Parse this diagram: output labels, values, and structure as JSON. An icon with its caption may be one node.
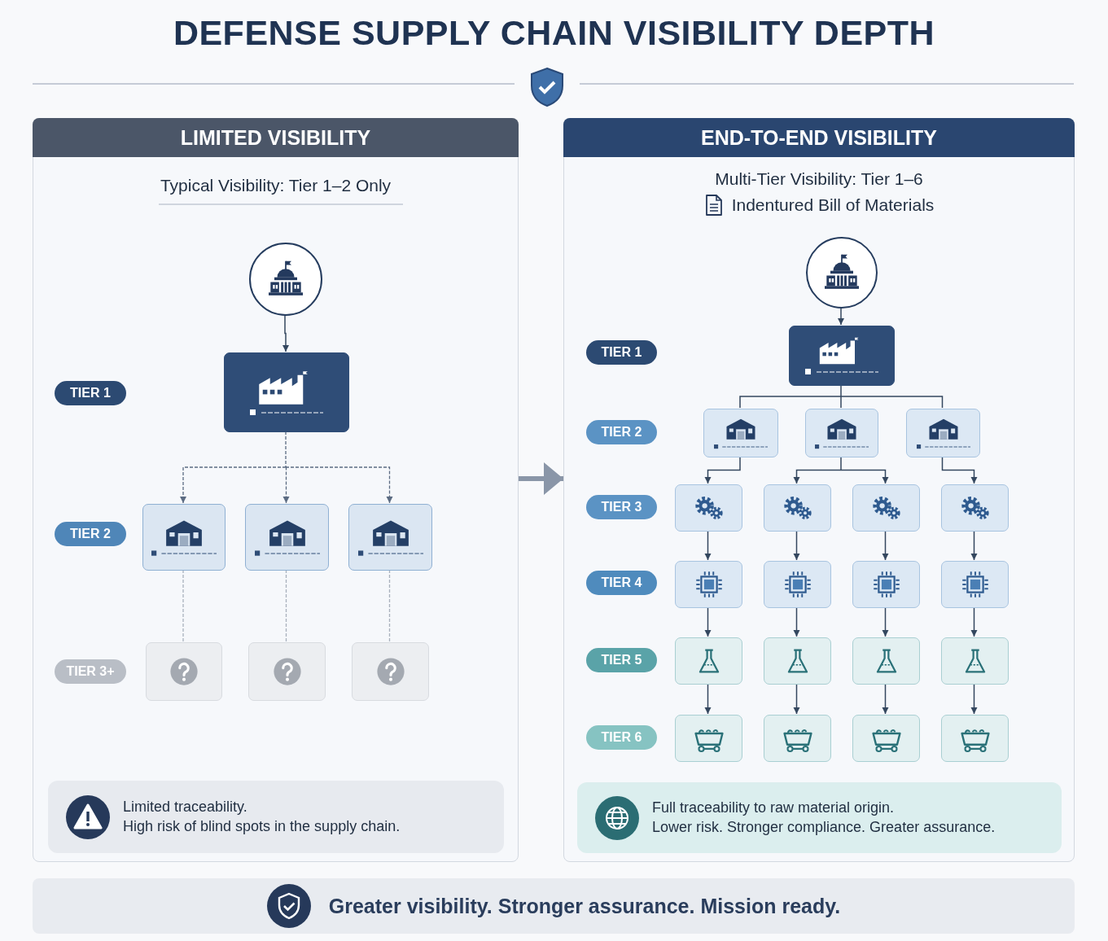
{
  "diagram": {
    "title": "DEFENSE SUPPLY CHAIN VISIBILITY DEPTH",
    "nodes": [
      {
        "text": [
          "LIMITED VISIBILITY",
          "Typical Visibility: Tier 1–2 Only"
        ]
      },
      {
        "text": [],
        "shape": "circle",
        "in": 0
      },
      {
        "text": [
          "TIER 1"
        ],
        "in": 0
      },
      {
        "text": [],
        "shape": "box",
        "in": 0
      },
      {
        "text": [
          "TIER 2"
        ],
        "in": 0
      },
      {
        "text": [],
        "shape": "box",
        "in": 0
      },
      {
        "text": [],
        "shape": "box",
        "in": 0
      },
      {
        "text": [],
        "shape": "box",
        "in": 0
      },
      {
        "text": [
          "TIER 3+"
        ],
        "in": 0
      },
      {
        "text": [],
        "shape": "box",
        "in": 0
      },
      {
        "text": [],
        "shape": "box",
        "in": 0
      },
      {
        "text": [],
        "shape": "box",
        "in": 0
      },
      {
        "text": [
          "Limited traceability.",
          "High risk of blind spots in the supply chain."
        ],
        "in": 0
      },
      {
        "text": [
          "END-TO-END VISIBILITY",
          "Multi-Tier Visibility: Tier 1–6",
          "Indentured Bill of Materials"
        ]
      },
      {
        "text": [],
        "shape": "circle",
        "in": 13
      },
      {
        "text": [
          "TIER 1"
        ],
        "in": 13
      },
      {
        "text": [],
        "shape": "box",
        "in": 13
      },
      {
        "text": [
          "TIER 2"
        ],
        "in": 13
      },
      {
        "text": [],
        "shape": "box",
        "in": 13
      },
      {
        "text": [],
        "shape": "box",
        "in": 13
      },
      {
        "text": [],
        "shape": "box",
        "in": 13
      },
      {
        "text": [
          "TIER 3"
        ],
        "in": 13
      },
      {
        "text": [],
        "shape": "box",
        "in": 13
      },
      {
        "text": [],
        "shape": "box",
        "in": 13
      },
      {
        "text": [],
        "shape": "box",
        "in": 13
      },
      {
        "text": [],
        "shape": "box",
        "in": 13
      },
      {
        "text": [
          "TIER 4"
        ],
        "in": 13
      },
      {
        "text": [],
        "shape": "box",
        "in": 13
      },
      {
        "text": [],
        "shape": "box",
        "in": 13
      },
      {
        "text": [],
        "shape": "box",
        "in": 13
      },
      {
        "text": [],
        "shape": "box",
        "in": 13
      },
      {
        "text": [
          "TIER 5"
        ],
        "in": 13
      },
      {
        "text": [],
        "shape": "box",
        "in": 13
      },
      {
        "text": [],
        "shape": "box",
        "in": 13
      },
      {
        "text": [],
        "shape": "box",
        "in": 13
      },
      {
        "text": [],
        "shape": "box",
        "in": 13
      },
      {
        "text": [
          "TIER 6"
        ],
        "in": 13
      },
      {
        "text": [],
        "shape": "box",
        "in": 13
      },
      {
        "text": [],
        "shape": "box",
        "in": 13
      },
      {
        "text": [],
        "shape": "box",
        "in": 13
      },
      {
        "text": [],
        "shape": "box",
        "in": 13
      },
      {
        "text": [
          "Full traceability to raw material origin.",
          "Lower risk. Stronger compliance. Greater assurance."
        ],
        "in": 13
      },
      {
        "text": [
          "Greater visibility. Stronger assurance. Mission ready."
        ]
      }
    ],
    "edges": [
      {
        "from": 1,
        "to": 3,
        "arrow": "to"
      },
      {
        "from": 3,
        "to": 5,
        "arrow": "to",
        "style": "dashed",
        "color": "#5b6b82"
      },
      {
        "from": 3,
        "to": 6,
        "arrow": "to",
        "style": "dashed",
        "color": "#5b6b82"
      },
      {
        "from": 3,
        "to": 7,
        "arrow": "to",
        "style": "dashed",
        "color": "#5b6b82"
      },
      {
        "from": 5,
        "to": 9,
        "arrow": "none",
        "style": "dashed",
        "color": "#a9b1bd"
      },
      {
        "from": 6,
        "to": 10,
        "arrow": "none",
        "style": "dashed",
        "color": "#a9b1bd"
      },
      {
        "from": 7,
        "to": 11,
        "arrow": "none",
        "style": "dashed",
        "color": "#a9b1bd"
      },
      {
        "from": 0,
        "to": 13,
        "arrow": "to",
        "style": "thick",
        "color": "#8a96a8"
      },
      {
        "from": 14,
        "to": 16,
        "arrow": "to"
      },
      {
        "from": 16,
        "to": 18,
        "arrow": "none"
      },
      {
        "from": 16,
        "to": 19,
        "arrow": "none"
      },
      {
        "from": 16,
        "to": 20,
        "arrow": "none"
      },
      {
        "from": 18,
        "to": 22,
        "arrow": "to"
      },
      {
        "from": 19,
        "to": 23,
        "arrow": "to"
      },
      {
        "from": 19,
        "to": 24,
        "arrow": "to"
      },
      {
        "from": 20,
        "to": 25,
        "arrow": "to"
      },
      {
        "from": 22,
        "to": 27,
        "arrow": "to"
      },
      {
        "from": 23,
        "to": 28,
        "arrow": "to"
      },
      {
        "from": 24,
        "to": 29,
        "arrow": "to"
      },
      {
        "from": 25,
        "to": 30,
        "arrow": "to"
      },
      {
        "from": 27,
        "to": 32,
        "arrow": "to"
      },
      {
        "from": 28,
        "to": 33,
        "arrow": "to"
      },
      {
        "from": 29,
        "to": 34,
        "arrow": "to"
      },
      {
        "from": 30,
        "to": 35,
        "arrow": "to"
      },
      {
        "from": 32,
        "to": 37,
        "arrow": "to"
      },
      {
        "from": 33,
        "to": 38,
        "arrow": "to"
      },
      {
        "from": 34,
        "to": 39,
        "arrow": "to"
      },
      {
        "from": 35,
        "to": 40,
        "arrow": "to"
      }
    ]
  }
}
